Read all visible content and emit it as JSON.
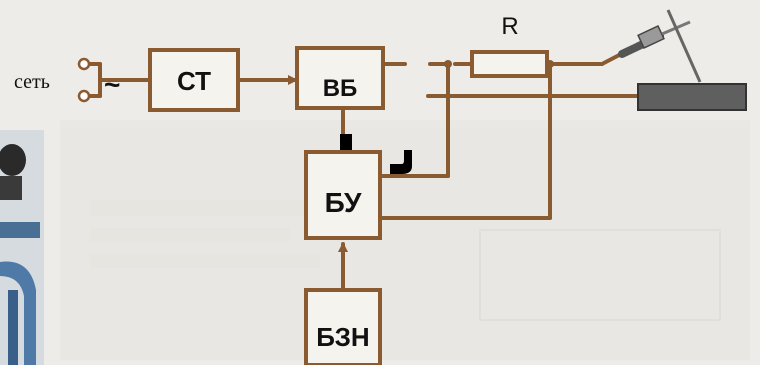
{
  "diagram": {
    "input_label": "сеть",
    "ac_symbol": "~",
    "blocks": {
      "transformer": "СТ",
      "rectifier": "ВБ",
      "control_unit": "БУ",
      "setpoint_unit": "БЗН"
    },
    "resistor_label": "R"
  },
  "colors": {
    "wire": "#8a5a30",
    "block_border": "#8a5a30",
    "block_fill": "#f5f3ee",
    "text": "#111111",
    "background": "#eeece8"
  }
}
